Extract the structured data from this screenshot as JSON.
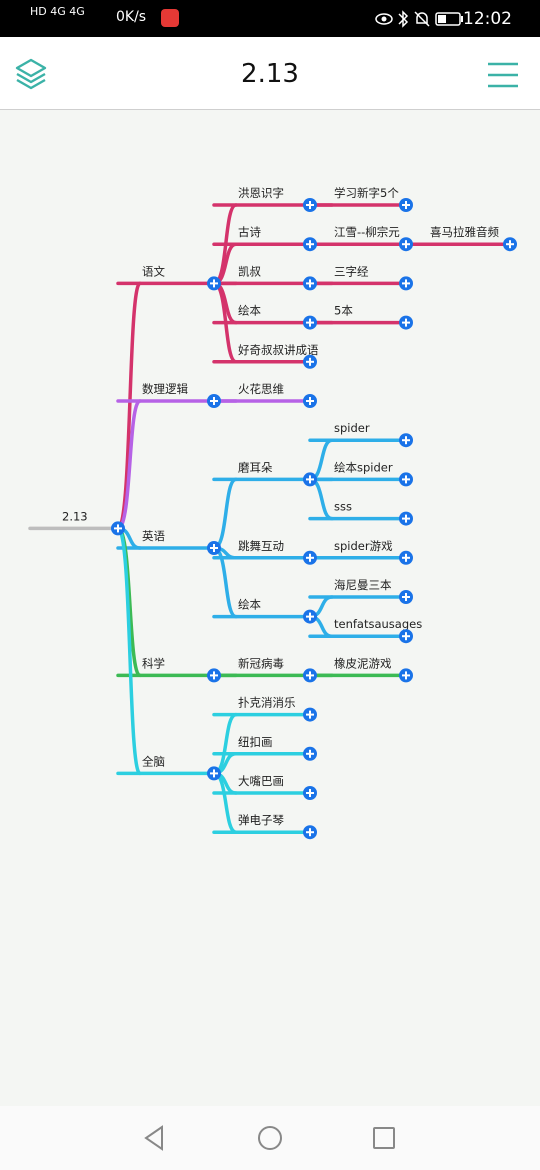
{
  "status_bar": {
    "left_text": "HD 4G 4G",
    "speed_text": "0K/s",
    "time": "12:02",
    "icons": [
      "eye-icon",
      "bluetooth-icon",
      "mute-icon",
      "battery-icon"
    ]
  },
  "header": {
    "title": "2.13",
    "left_icon": "layers-icon",
    "right_icon": "menu-icon",
    "accent_color": "#3bb2a7"
  },
  "mindmap": {
    "root": "2.13",
    "branches": [
      {
        "label": "语文",
        "color": "#d4336b",
        "children": [
          {
            "label": "洪恩识字",
            "children": [
              {
                "label": "学习新字5个"
              }
            ]
          },
          {
            "label": "古诗",
            "children": [
              {
                "label": "江雪--柳宗元",
                "children": [
                  {
                    "label": "喜马拉雅音频"
                  }
                ]
              }
            ]
          },
          {
            "label": "凯叔",
            "children": [
              {
                "label": "三字经"
              }
            ]
          },
          {
            "label": "绘本",
            "children": [
              {
                "label": "5本"
              }
            ]
          },
          {
            "label": "好奇叔叔讲成语"
          }
        ]
      },
      {
        "label": "数理逻辑",
        "color": "#b662e6",
        "children": [
          {
            "label": "火花思维"
          }
        ]
      },
      {
        "label": "英语",
        "color": "#2eaee8",
        "children": [
          {
            "label": "磨耳朵",
            "children": [
              {
                "label": "spider"
              },
              {
                "label": "绘本spider"
              },
              {
                "label": "sss"
              }
            ]
          },
          {
            "label": "跳舞互动",
            "children": [
              {
                "label": "spider游戏"
              }
            ]
          },
          {
            "label": "绘本",
            "children": [
              {
                "label": "海尼曼三本"
              },
              {
                "label": "tenfatsausages"
              }
            ]
          }
        ]
      },
      {
        "label": "科学",
        "color": "#3cba54",
        "children": [
          {
            "label": "新冠病毒",
            "children": [
              {
                "label": "橡皮泥游戏"
              }
            ]
          }
        ]
      },
      {
        "label": "全脑",
        "color": "#2ccfe0",
        "children": [
          {
            "label": "扑克消消乐"
          },
          {
            "label": "纽扣画"
          },
          {
            "label": "大嘴巴画"
          },
          {
            "label": "弹电子琴"
          }
        ]
      }
    ]
  },
  "nav": {
    "back_icon": "back-triangle-icon",
    "home_icon": "home-circle-icon",
    "recent_icon": "recent-square-icon"
  }
}
